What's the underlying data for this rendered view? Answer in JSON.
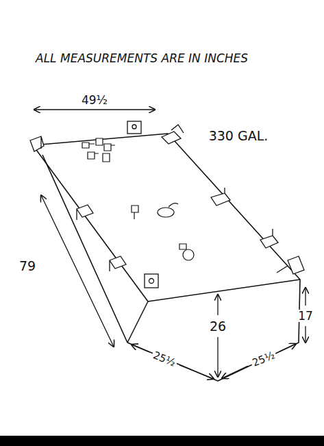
{
  "diagram": {
    "title": "ALL MEASUREMENTS ARE IN INCHES",
    "labels": [
      "330 GAL.",
      "49½",
      "79",
      "26",
      "17",
      "25½",
      "25½"
    ]
  }
}
